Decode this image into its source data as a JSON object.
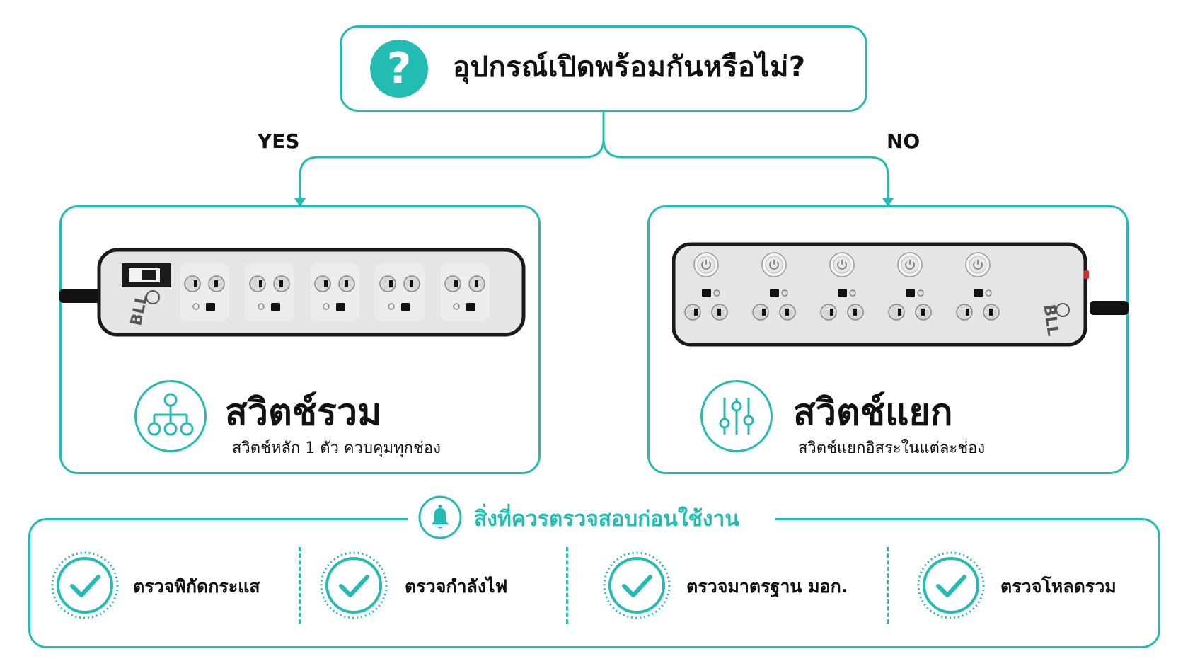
{
  "question": {
    "text": "อุปกรณ์เปิดพร้อมกันหรือไม่?",
    "icon": "question-icon"
  },
  "branches": {
    "yes_label": "YES",
    "no_label": "NO"
  },
  "left_card": {
    "title": "สวิตช์รวม",
    "description": "สวิตช์หลัก 1 ตัว ควบคุมทุกช่อง",
    "icon": "hierarchy-icon",
    "power_strip": {
      "brand": "BLL",
      "sockets": 5,
      "switches": 1
    }
  },
  "right_card": {
    "title": "สวิตช์แยก",
    "description": "สวิตช์แยกอิสระในแต่ละช่อง",
    "icon": "sliders-icon",
    "power_strip": {
      "brand": "BLL",
      "sockets": 5,
      "switches": 5
    }
  },
  "checklist": {
    "header": "สิ่งที่ควรตรวจสอบก่อนใช้งาน",
    "icon": "bell-icon",
    "items": [
      {
        "label": "ตรวจพิกัดกระแส"
      },
      {
        "label": "ตรวจกำลังไฟ"
      },
      {
        "label": "ตรวจมาตรฐาน มอก."
      },
      {
        "label": "ตรวจโหลดรวม"
      }
    ]
  },
  "colors": {
    "accent": "#22bcb2",
    "text": "#111111",
    "strip_body": "#e4e5e6",
    "strip_border": "#1a1a1a"
  }
}
